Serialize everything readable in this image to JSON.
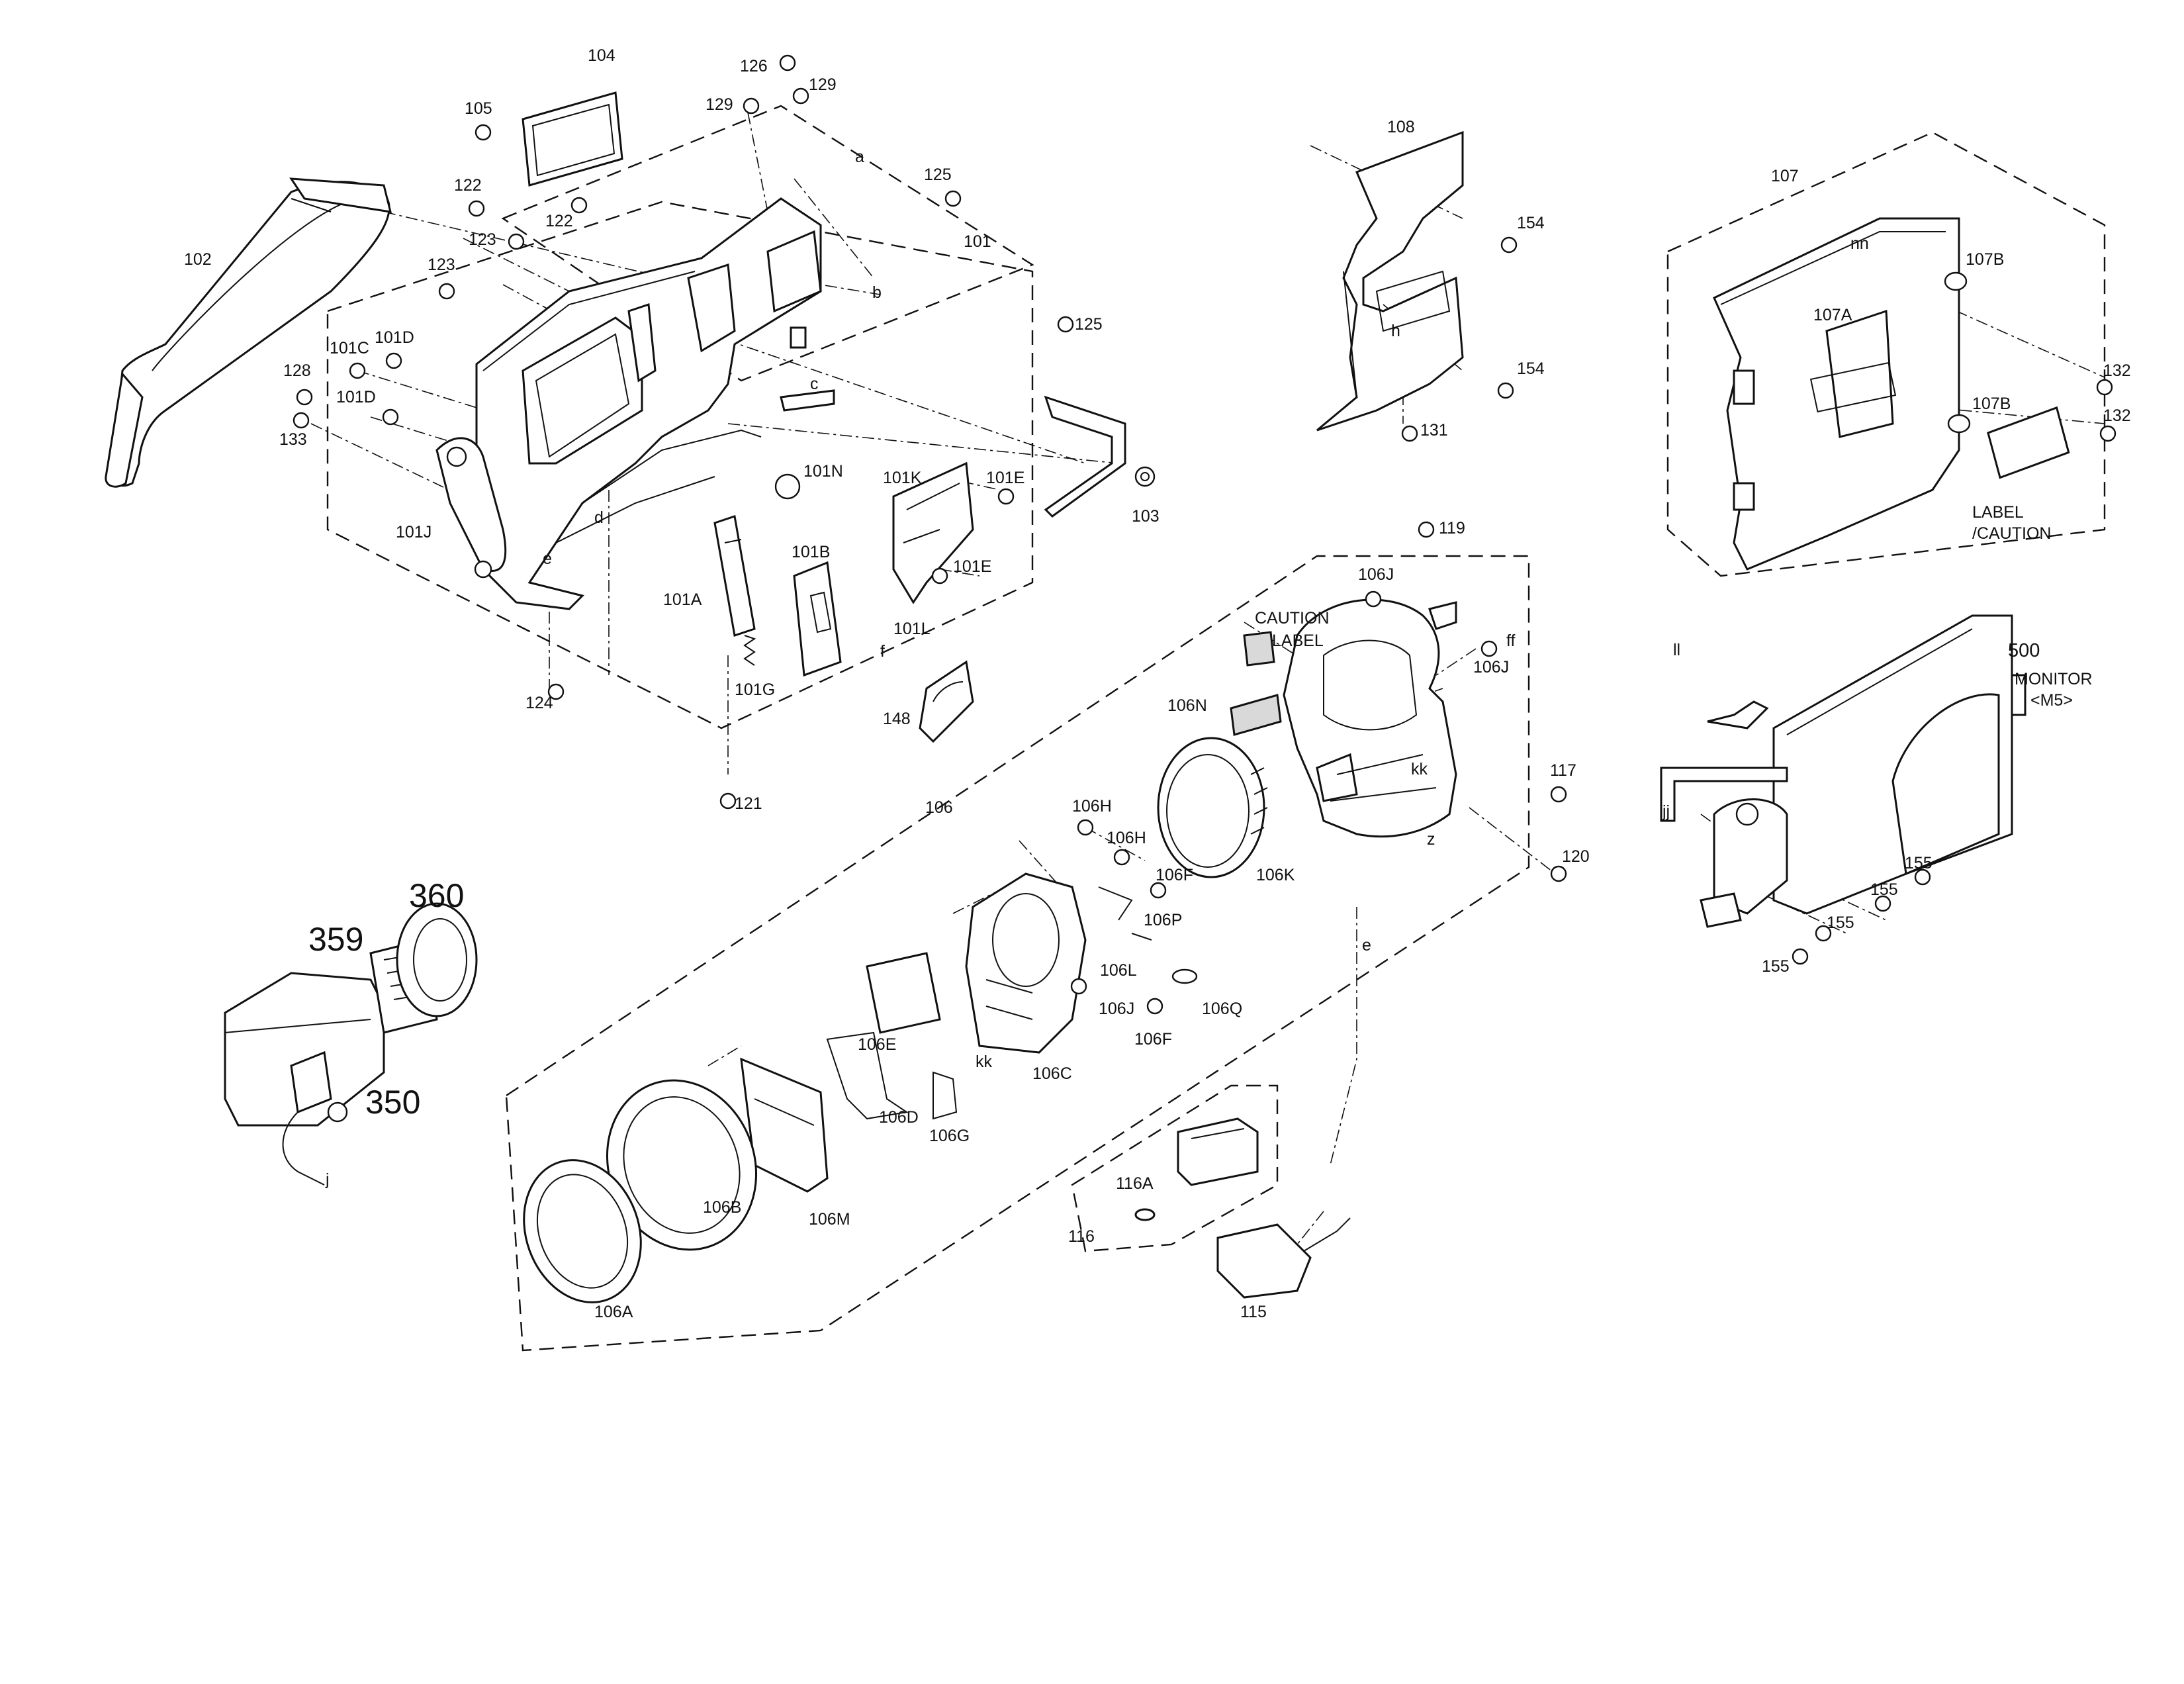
{
  "diagram": {
    "callouts": [
      {
        "key": "p104",
        "text": "104"
      },
      {
        "key": "p105",
        "text": "105"
      },
      {
        "key": "p126",
        "text": "126"
      },
      {
        "key": "p129a",
        "text": "129"
      },
      {
        "key": "p129b",
        "text": "129"
      },
      {
        "key": "ra",
        "text": "a"
      },
      {
        "key": "p125a",
        "text": "125"
      },
      {
        "key": "p101",
        "text": "101"
      },
      {
        "key": "rb",
        "text": "b"
      },
      {
        "key": "p125b",
        "text": "125"
      },
      {
        "key": "p122a",
        "text": "122"
      },
      {
        "key": "p122b",
        "text": "122"
      },
      {
        "key": "p123a",
        "text": "123"
      },
      {
        "key": "p123b",
        "text": "123"
      },
      {
        "key": "p102",
        "text": "102"
      },
      {
        "key": "p101C",
        "text": "101C"
      },
      {
        "key": "p101D1",
        "text": "101D"
      },
      {
        "key": "p128",
        "text": "128"
      },
      {
        "key": "p101D2",
        "text": "101D"
      },
      {
        "key": "p133",
        "text": "133"
      },
      {
        "key": "rc",
        "text": "c"
      },
      {
        "key": "p101N",
        "text": "101N"
      },
      {
        "key": "p101K",
        "text": "101K"
      },
      {
        "key": "p101E1",
        "text": "101E"
      },
      {
        "key": "p103",
        "text": "103"
      },
      {
        "key": "p101J",
        "text": "101J"
      },
      {
        "key": "rd",
        "text": "d"
      },
      {
        "key": "re1",
        "text": "e"
      },
      {
        "key": "p101B",
        "text": "101B"
      },
      {
        "key": "p101E2",
        "text": "101E"
      },
      {
        "key": "p101A",
        "text": "101A"
      },
      {
        "key": "rf",
        "text": "f"
      },
      {
        "key": "p101L",
        "text": "101L"
      },
      {
        "key": "p101G",
        "text": "101G"
      },
      {
        "key": "p124",
        "text": "124"
      },
      {
        "key": "p148",
        "text": "148"
      },
      {
        "key": "p121",
        "text": "121"
      },
      {
        "key": "p108",
        "text": "108"
      },
      {
        "key": "p154a",
        "text": "154"
      },
      {
        "key": "rh",
        "text": "h"
      },
      {
        "key": "p154b",
        "text": "154"
      },
      {
        "key": "p131",
        "text": "131"
      },
      {
        "key": "p107",
        "text": "107"
      },
      {
        "key": "rnn",
        "text": "nn"
      },
      {
        "key": "p107B1",
        "text": "107B"
      },
      {
        "key": "p107A",
        "text": "107A"
      },
      {
        "key": "p132a",
        "text": "132"
      },
      {
        "key": "p132b",
        "text": "132"
      },
      {
        "key": "p107B2",
        "text": "107B"
      },
      {
        "key": "label1",
        "text": "LABEL"
      },
      {
        "key": "label2",
        "text": "/CAUTION"
      },
      {
        "key": "p119",
        "text": "119"
      },
      {
        "key": "p106J1",
        "text": "106J"
      },
      {
        "key": "caution1",
        "text": "CAUTION"
      },
      {
        "key": "caution2",
        "text": "LABEL"
      },
      {
        "key": "rff",
        "text": "ff"
      },
      {
        "key": "p106J2",
        "text": "106J"
      },
      {
        "key": "p500",
        "text": "500"
      },
      {
        "key": "monitor1",
        "text": "MONITOR"
      },
      {
        "key": "monitor2",
        "text": "<M5>"
      },
      {
        "key": "rll",
        "text": "ll"
      },
      {
        "key": "p106N",
        "text": "106N"
      },
      {
        "key": "rkk1",
        "text": "kk"
      },
      {
        "key": "p117",
        "text": "117"
      },
      {
        "key": "p106",
        "text": "106"
      },
      {
        "key": "p106H1",
        "text": "106H"
      },
      {
        "key": "p106H2",
        "text": "106H"
      },
      {
        "key": "rz",
        "text": "z"
      },
      {
        "key": "p120",
        "text": "120"
      },
      {
        "key": "p106F1",
        "text": "106F"
      },
      {
        "key": "p106K",
        "text": "106K"
      },
      {
        "key": "p106P",
        "text": "106P"
      },
      {
        "key": "rjj",
        "text": "jj"
      },
      {
        "key": "p155a",
        "text": "155"
      },
      {
        "key": "p155b",
        "text": "155"
      },
      {
        "key": "p155c",
        "text": "155"
      },
      {
        "key": "p155d",
        "text": "155"
      },
      {
        "key": "p360",
        "text": "360"
      },
      {
        "key": "p359",
        "text": "359"
      },
      {
        "key": "p350",
        "text": "350"
      },
      {
        "key": "rj",
        "text": "j"
      },
      {
        "key": "p106L",
        "text": "106L"
      },
      {
        "key": "re2",
        "text": "e"
      },
      {
        "key": "p106J3",
        "text": "106J"
      },
      {
        "key": "p106Q",
        "text": "106Q"
      },
      {
        "key": "p106F2",
        "text": "106F"
      },
      {
        "key": "p106E",
        "text": "106E"
      },
      {
        "key": "rkk2",
        "text": "kk"
      },
      {
        "key": "p106C",
        "text": "106C"
      },
      {
        "key": "p106G",
        "text": "106G"
      },
      {
        "key": "p106D",
        "text": "106D"
      },
      {
        "key": "p116A",
        "text": "116A"
      },
      {
        "key": "p116",
        "text": "116"
      },
      {
        "key": "p106M",
        "text": "106M"
      },
      {
        "key": "p106B",
        "text": "106B"
      },
      {
        "key": "p106A",
        "text": "106A"
      },
      {
        "key": "p115",
        "text": "115"
      }
    ]
  }
}
